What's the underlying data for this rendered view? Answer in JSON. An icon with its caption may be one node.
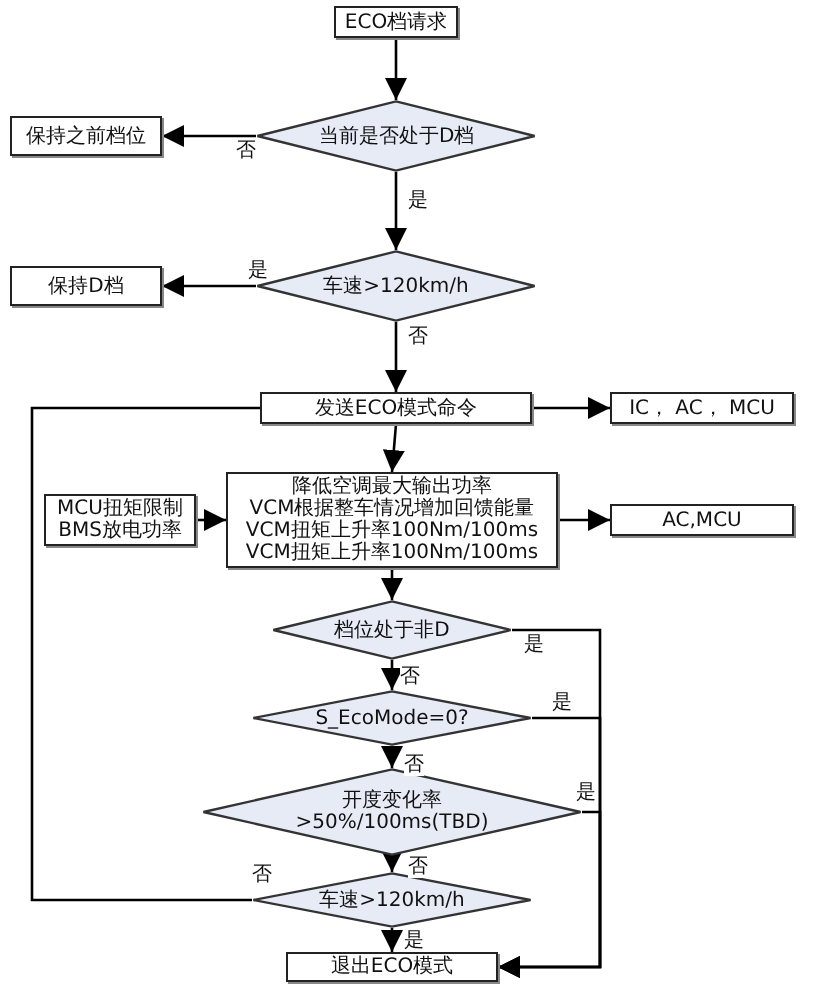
{
  "diagram": {
    "nodes": [
      {
        "text": [
          "ECO档请求"
        ]
      },
      {
        "text": [
          "当前是否处于D档"
        ]
      },
      {
        "text": [
          "保持之前档位"
        ]
      },
      {
        "text": [
          "车速>120km/h"
        ]
      },
      {
        "text": [
          "保持D档"
        ]
      },
      {
        "text": [
          "发送ECO模式命令"
        ]
      },
      {
        "text": [
          "IC， AC， MCU"
        ]
      },
      {
        "text": [
          "降低空调最大输出功率",
          "VCM根据整车情况增加回馈能量",
          "VCM扭矩上升率100Nm/100ms",
          "VCM扭矩上升率100Nm/100ms"
        ]
      },
      {
        "text": [
          "MCU扭矩限制",
          "BMS放电功率"
        ]
      },
      {
        "text": [
          "AC,MCU"
        ]
      },
      {
        "text": [
          "档位处于非D"
        ]
      },
      {
        "text": [
          "S_EcoMode=0?"
        ]
      },
      {
        "text": [
          "开度变化率 >50%/100ms(TBD)"
        ]
      },
      {
        "text": [
          "车速>120km/h"
        ]
      },
      {
        "text": [
          "退出ECO模式"
        ]
      }
    ],
    "edges": [
      {
        "from": 0,
        "to": 1,
        "arrow": "to"
      },
      {
        "from": 1,
        "to": 2,
        "arrow": "to",
        "label": "否"
      },
      {
        "from": 1,
        "to": 3,
        "arrow": "to",
        "label": "是"
      },
      {
        "from": 3,
        "to": 4,
        "arrow": "to",
        "label": "是"
      },
      {
        "from": 3,
        "to": 5,
        "arrow": "to",
        "label": "否"
      },
      {
        "from": 5,
        "to": 6,
        "arrow": "to"
      },
      {
        "from": 5,
        "to": 7,
        "arrow": "to"
      },
      {
        "from": 8,
        "to": 7,
        "arrow": "to"
      },
      {
        "from": 7,
        "to": 9,
        "arrow": "to"
      },
      {
        "from": 7,
        "to": 10,
        "arrow": "to"
      },
      {
        "from": 10,
        "to": 11,
        "arrow": "to",
        "label": "否"
      },
      {
        "from": 10,
        "to": 14,
        "arrow": "to",
        "label": "是"
      },
      {
        "from": 11,
        "to": 14,
        "arrow": "to",
        "label": "是"
      },
      {
        "from": 12,
        "to": 14,
        "arrow": "to",
        "label": "是"
      },
      {
        "from": 11,
        "to": 12,
        "arrow": "to",
        "label": "否"
      },
      {
        "from": 12,
        "to": 13,
        "arrow": "to",
        "label": "否"
      },
      {
        "from": 13,
        "to": 14,
        "arrow": "to",
        "label": "是"
      },
      {
        "from": 13,
        "to": 5,
        "arrow": "none",
        "label": "否"
      }
    ]
  }
}
